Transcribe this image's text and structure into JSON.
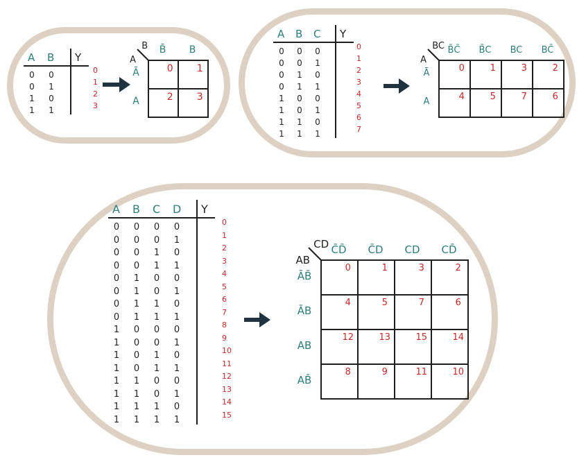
{
  "colors": {
    "border": "#dcd1c2",
    "header_teal": "#2e7d7a",
    "index_red": "#c62828",
    "ink": "#1f1f1f",
    "arrow": "#1f3440"
  },
  "icons": {
    "arrow": "right-arrow-icon"
  },
  "two_var": {
    "truth_table": {
      "headers": [
        "A",
        "B"
      ],
      "output": "Y",
      "rows": [
        [
          "0",
          "0"
        ],
        [
          "0",
          "1"
        ],
        [
          "1",
          "0"
        ],
        [
          "1",
          "1"
        ]
      ],
      "indices": [
        "0",
        "1",
        "2",
        "3"
      ]
    },
    "kmap": {
      "row_var": "A",
      "col_var": "B",
      "col_labels": [
        "B̄",
        "B"
      ],
      "row_labels": [
        "Ā",
        "A"
      ],
      "cells": [
        [
          "0",
          "1"
        ],
        [
          "2",
          "3"
        ]
      ]
    }
  },
  "three_var": {
    "truth_table": {
      "headers": [
        "A",
        "B",
        "C"
      ],
      "output": "Y",
      "rows": [
        [
          "0",
          "0",
          "0"
        ],
        [
          "0",
          "0",
          "1"
        ],
        [
          "0",
          "1",
          "0"
        ],
        [
          "0",
          "1",
          "1"
        ],
        [
          "1",
          "0",
          "0"
        ],
        [
          "1",
          "0",
          "1"
        ],
        [
          "1",
          "1",
          "0"
        ],
        [
          "1",
          "1",
          "1"
        ]
      ],
      "indices": [
        "0",
        "1",
        "2",
        "3",
        "4",
        "5",
        "6",
        "7"
      ]
    },
    "kmap": {
      "row_var": "A",
      "col_var": "BC",
      "col_labels": [
        "B̄C̄",
        "B̄C",
        "BC",
        "BC̄"
      ],
      "row_labels": [
        "Ā",
        "A"
      ],
      "cells": [
        [
          "0",
          "1",
          "3",
          "2"
        ],
        [
          "4",
          "5",
          "7",
          "6"
        ]
      ]
    }
  },
  "four_var": {
    "truth_table": {
      "headers": [
        "A",
        "B",
        "C",
        "D"
      ],
      "output": "Y",
      "rows": [
        [
          "0",
          "0",
          "0",
          "0"
        ],
        [
          "0",
          "0",
          "0",
          "1"
        ],
        [
          "0",
          "0",
          "1",
          "0"
        ],
        [
          "0",
          "0",
          "1",
          "1"
        ],
        [
          "0",
          "1",
          "0",
          "0"
        ],
        [
          "0",
          "1",
          "0",
          "1"
        ],
        [
          "0",
          "1",
          "1",
          "0"
        ],
        [
          "0",
          "1",
          "1",
          "1"
        ],
        [
          "1",
          "0",
          "0",
          "0"
        ],
        [
          "1",
          "0",
          "0",
          "1"
        ],
        [
          "1",
          "0",
          "1",
          "0"
        ],
        [
          "1",
          "0",
          "1",
          "1"
        ],
        [
          "1",
          "1",
          "0",
          "0"
        ],
        [
          "1",
          "1",
          "0",
          "1"
        ],
        [
          "1",
          "1",
          "1",
          "0"
        ],
        [
          "1",
          "1",
          "1",
          "1"
        ]
      ],
      "indices": [
        "0",
        "1",
        "2",
        "3",
        "4",
        "5",
        "6",
        "7",
        "8",
        "9",
        "10",
        "11",
        "12",
        "13",
        "14",
        "15"
      ]
    },
    "kmap": {
      "row_var": "AB",
      "col_var": "CD",
      "col_labels": [
        "C̄D̄",
        "C̄D",
        "CD",
        "CD̄"
      ],
      "row_labels": [
        "ĀB̄",
        "ĀB",
        "AB",
        "AB̄"
      ],
      "cells": [
        [
          "0",
          "1",
          "3",
          "2"
        ],
        [
          "4",
          "5",
          "7",
          "6"
        ],
        [
          "12",
          "13",
          "15",
          "14"
        ],
        [
          "8",
          "9",
          "11",
          "10"
        ]
      ]
    }
  }
}
